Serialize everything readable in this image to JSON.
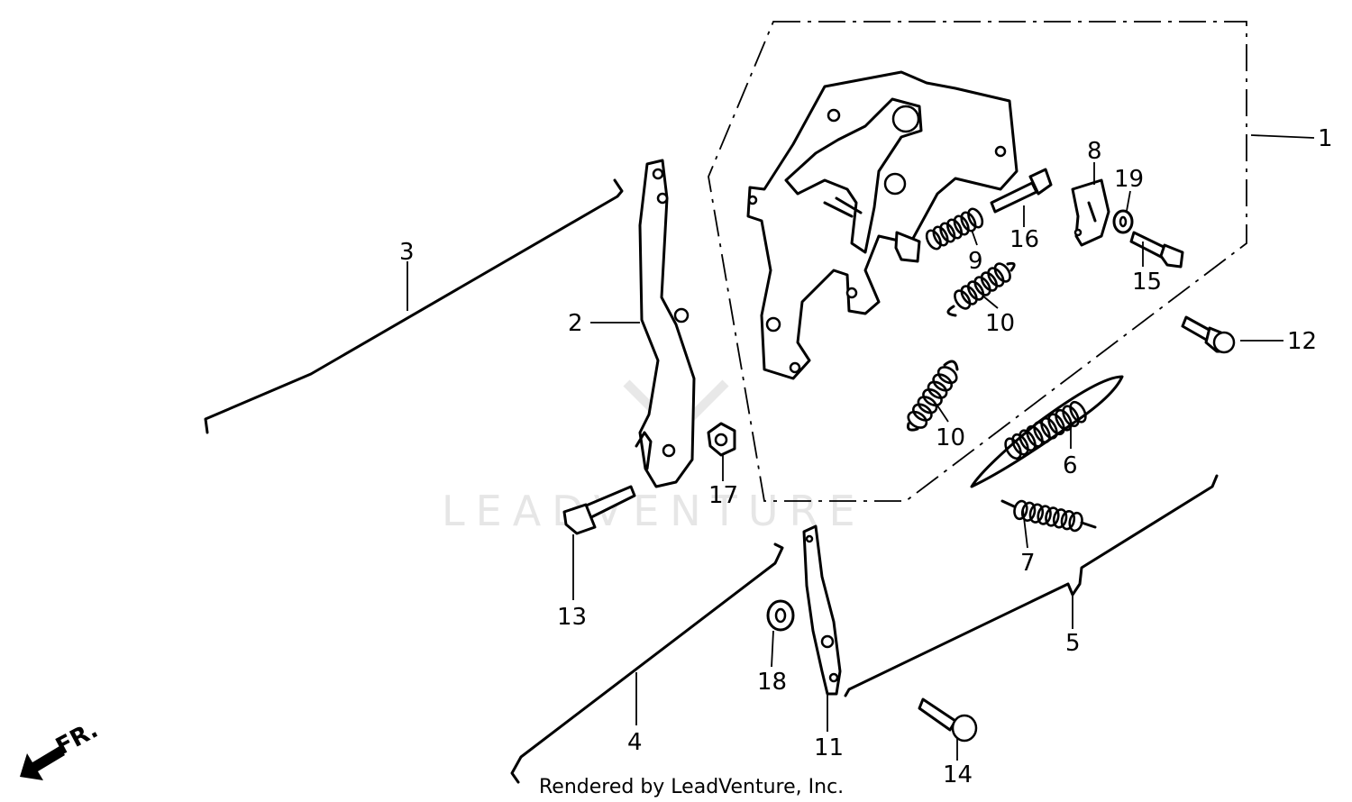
{
  "watermark": "LEADVENTURE",
  "footer": "Rendered by LeadVenture, Inc.",
  "direction_label": "FR.",
  "callouts": {
    "c1": "1",
    "c2": "2",
    "c3": "3",
    "c4": "4",
    "c5": "5",
    "c6": "6",
    "c7": "7",
    "c8": "8",
    "c9": "9",
    "c10a": "10",
    "c10b": "10",
    "c11": "11",
    "c12": "12",
    "c13": "13",
    "c14": "14",
    "c15": "15",
    "c16": "16",
    "c17": "17",
    "c18": "18",
    "c19": "19"
  },
  "colors": {
    "line": "#000000",
    "background": "#ffffff",
    "watermark": "#e6e6e6"
  }
}
